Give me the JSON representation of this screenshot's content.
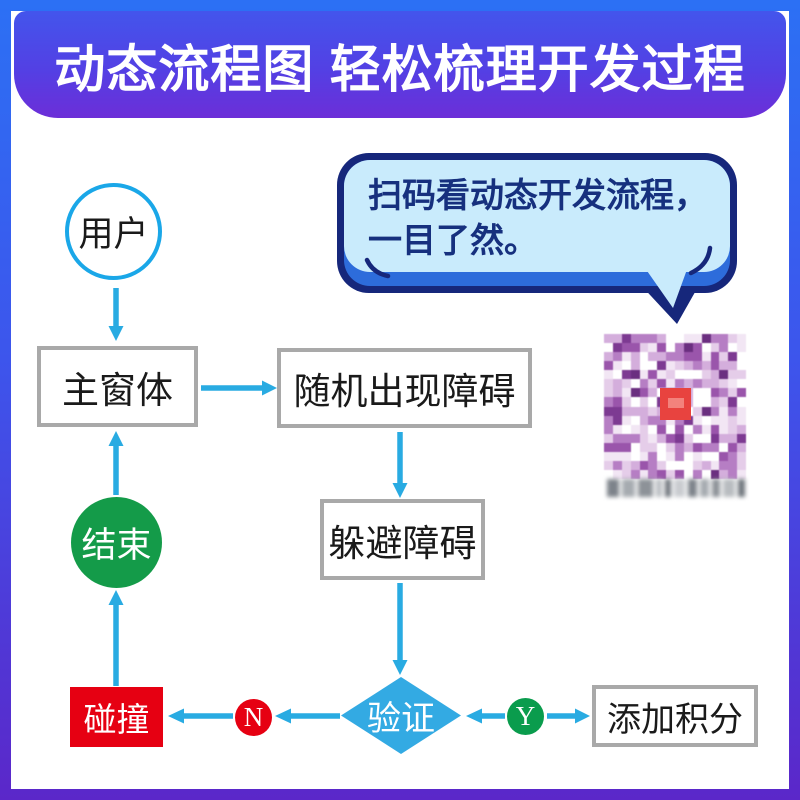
{
  "banner": {
    "title": "动态流程图 轻松梳理开发过程"
  },
  "bubble": {
    "line1": "扫码看动态开发流程，",
    "line2": "一目了然。"
  },
  "flowchart": {
    "nodes": {
      "user": {
        "label": "用户",
        "shape": "circle"
      },
      "main_window": {
        "label": "主窗体",
        "shape": "rect"
      },
      "random_obstacle": {
        "label": "随机出现障碍",
        "shape": "rect"
      },
      "avoid_obstacle": {
        "label": "躲避障碍",
        "shape": "rect"
      },
      "verify": {
        "label": "验证",
        "shape": "diamond"
      },
      "yes": {
        "label": "Y",
        "shape": "circle"
      },
      "no": {
        "label": "N",
        "shape": "circle"
      },
      "add_score": {
        "label": "添加积分",
        "shape": "rect"
      },
      "collision": {
        "label": "碰撞",
        "shape": "rect"
      },
      "end": {
        "label": "结束",
        "shape": "circle"
      }
    },
    "edges": [
      {
        "from": "user",
        "to": "main_window"
      },
      {
        "from": "main_window",
        "to": "random_obstacle"
      },
      {
        "from": "random_obstacle",
        "to": "avoid_obstacle"
      },
      {
        "from": "avoid_obstacle",
        "to": "verify"
      },
      {
        "from": "verify",
        "to": "add_score",
        "branch": "Y"
      },
      {
        "from": "verify",
        "to": "collision",
        "branch": "N"
      },
      {
        "from": "collision",
        "to": "end"
      },
      {
        "from": "end",
        "to": "main_window"
      }
    ],
    "colors": {
      "arrow": "#29abe2",
      "diamond_fill": "#33aae3",
      "green": "#149b49",
      "yes_green": "#0a9c4d",
      "red": "#e60012",
      "box_border": "#a9a9a9",
      "user_circle_border": "#1aa7e8"
    }
  },
  "bubble_colors": {
    "outline": "#16277b",
    "fill": "#c9ebfc",
    "shadow_band": "#2d6cdb",
    "text": "#16307e"
  },
  "frame_colors": {
    "top": "#2c70f4",
    "bottom": "#5b27c9"
  },
  "qr": {
    "center_logo_color": "#e8433f"
  }
}
